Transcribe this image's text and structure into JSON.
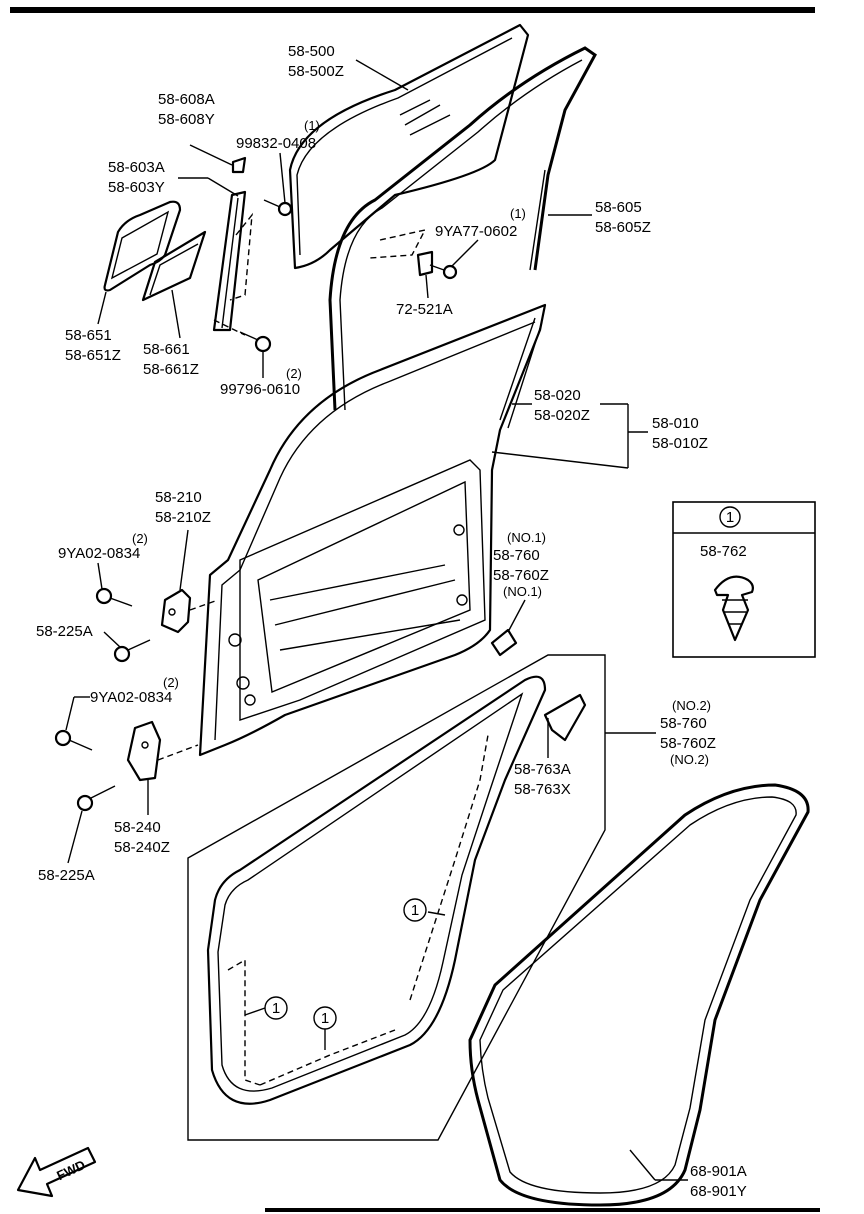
{
  "labels": {
    "glass": [
      "58-500",
      "58-500Z"
    ],
    "bracket_608": [
      "58-608A",
      "58-608Y"
    ],
    "bolt_0408": [
      "(1)",
      "99832-0408"
    ],
    "channel_603": [
      "58-603A",
      "58-603Y"
    ],
    "run_605": [
      "58-605",
      "58-605Z"
    ],
    "screw_0602": [
      "(1)",
      "9YA77-0602"
    ],
    "clip_521": "72-521A",
    "seal_651": [
      "58-651",
      "58-651Z"
    ],
    "seal_661": [
      "58-661",
      "58-661Z"
    ],
    "bolt_0610": [
      "(2)",
      "99796-0610"
    ],
    "door_020": [
      "58-020",
      "58-020Z"
    ],
    "door_010": [
      "58-010",
      "58-010Z"
    ],
    "hinge_210": [
      "58-210",
      "58-210Z"
    ],
    "bolt_0834_a": [
      "(2)",
      "9YA02-0834"
    ],
    "bolt_225_a": "58-225A",
    "stopper_760_a": [
      "(NO.1)",
      "58-760",
      "58-760Z",
      "(NO.1)"
    ],
    "bolt_0834_b": [
      "(2)",
      "9YA02-0834"
    ],
    "hinge_240": [
      "58-240",
      "58-240Z"
    ],
    "bolt_225_b": "58-225A",
    "stopper_760_b": [
      "(NO.2)",
      "58-760",
      "58-760Z",
      "(NO.2)"
    ],
    "trim_763": [
      "58-763A",
      "58-763X"
    ],
    "weatherstrip_901": [
      "68-901A",
      "68-901Y"
    ]
  },
  "legend": {
    "callout": "1",
    "part": "58-762"
  },
  "callouts": [
    "1",
    "1",
    "1"
  ],
  "fwd": "FWD"
}
